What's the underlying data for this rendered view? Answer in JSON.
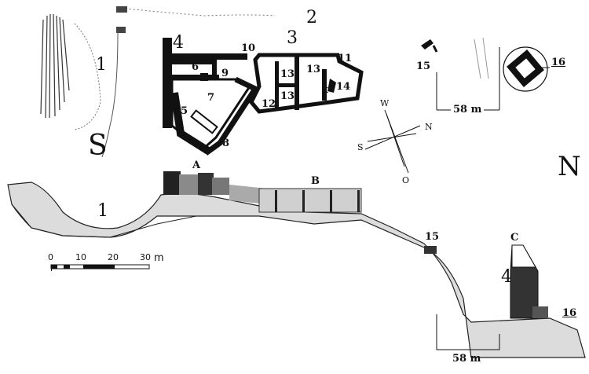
{
  "plan": {
    "labels": {
      "l1": "1",
      "l2": "2",
      "l3": "3",
      "l4": "4",
      "l5": "5",
      "l6": "6",
      "l7": "7",
      "l8": "8",
      "l9": "9",
      "l10": "10",
      "l11": "11",
      "l12": "12",
      "l13a": "13",
      "l13b": "13",
      "l13c": "13",
      "l14": "14",
      "x": "x",
      "s": "S"
    },
    "tower_inset": {
      "l15": "15",
      "l4": "4",
      "l16": "16",
      "distance": "58 m"
    },
    "compass": {
      "w": "W",
      "s": "S",
      "n": "N",
      "o": "O"
    },
    "north": "N"
  },
  "section": {
    "labels": {
      "a": "A",
      "b": "B",
      "c": "C",
      "l1": "1",
      "l4": "4",
      "l15": "15",
      "l16": "16"
    },
    "distance": "58 m",
    "scale": {
      "ticks": [
        "0",
        "10",
        "20",
        "30"
      ],
      "unit": "m"
    }
  }
}
